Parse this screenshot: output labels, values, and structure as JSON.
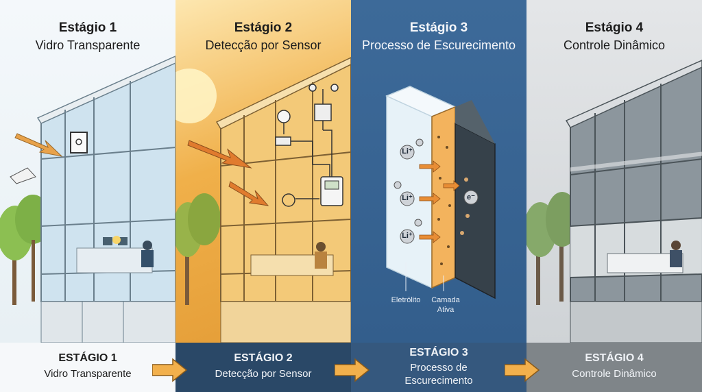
{
  "colors": {
    "stage1_bg": "#f4f8fb",
    "stage2_bg": "#f0b04a",
    "stage3_bg": "#3d6a99",
    "stage4_bg": "#d6d9dc",
    "arrow": "#f2b04c"
  },
  "stages": [
    {
      "title": "Estágio 1",
      "subtitle": "Vidro Transparente"
    },
    {
      "title": "Estágio 2",
      "subtitle": "Detecção por Sensor"
    },
    {
      "title": "Estágio 3",
      "subtitle": "Processo de Escurecimento"
    },
    {
      "title": "Estágio 4",
      "subtitle": "Controle Dinâmico"
    }
  ],
  "diagram": {
    "ions": [
      "Li⁺",
      "Li⁺",
      "Li⁺"
    ],
    "electron": "e⁻",
    "label_electrolyte": "Eletrólito",
    "label_active_line1": "Camada",
    "label_active_line2": "Ativa"
  },
  "footer": [
    {
      "title": "ESTÁGIO 1",
      "line1": "Vidro Transparente",
      "line2": ""
    },
    {
      "title": "ESTÁGIO 2",
      "line1": "Detecção por Sensor",
      "line2": ""
    },
    {
      "title": "ESTÁGIO 3",
      "line1": "Processo de",
      "line2": "Escurecimento"
    },
    {
      "title": "ESTÁGIO 4",
      "line1": "Controle Dinâmico",
      "line2": ""
    }
  ]
}
